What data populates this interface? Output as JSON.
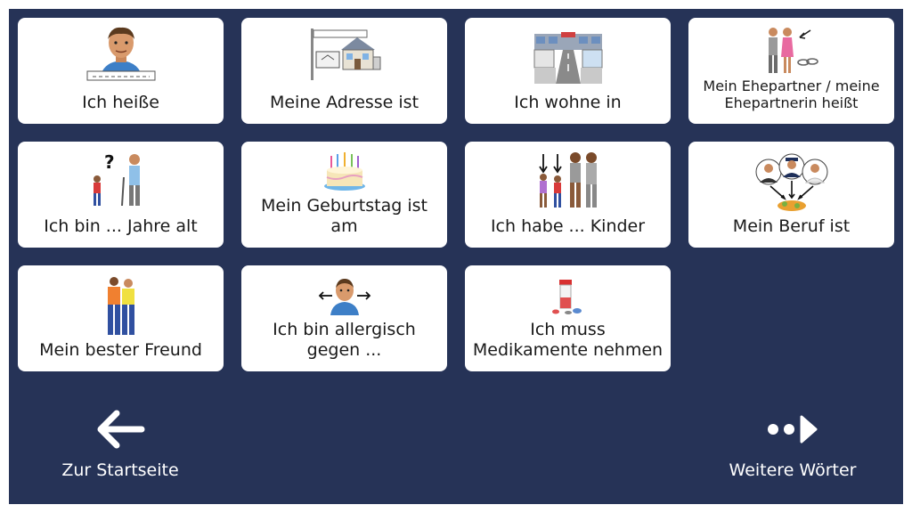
{
  "tiles": [
    {
      "label": "Ich heiße",
      "icon": "man-portrait-icon"
    },
    {
      "label": "Meine Adresse ist",
      "icon": "house-address-icon"
    },
    {
      "label": "Ich wohne in",
      "icon": "town-street-icon"
    },
    {
      "label": "Mein Ehepartner / meine Ehepartnerin heißt",
      "icon": "married-couple-rings-icon"
    },
    {
      "label": "Ich bin ... Jahre alt",
      "icon": "age-child-elder-icon"
    },
    {
      "label": "Mein Geburtstag ist am",
      "icon": "birthday-cake-icon"
    },
    {
      "label": "Ich habe ... Kinder",
      "icon": "family-children-icon"
    },
    {
      "label": "Mein Beruf ist",
      "icon": "professions-icon"
    },
    {
      "label": "Mein bester Freund",
      "icon": "best-friends-icon"
    },
    {
      "label": "Ich bin allergisch gegen ...",
      "icon": "allergy-man-icon"
    },
    {
      "label": "Ich muss Medikamente nehmen",
      "icon": "medicine-icon"
    }
  ],
  "nav": {
    "home_label": "Zur Startseite",
    "more_label": "Weitere Wörter"
  },
  "colors": {
    "background": "#263357",
    "tile": "#ffffff",
    "text": "#1a1a1a",
    "nav_text": "#ffffff"
  }
}
